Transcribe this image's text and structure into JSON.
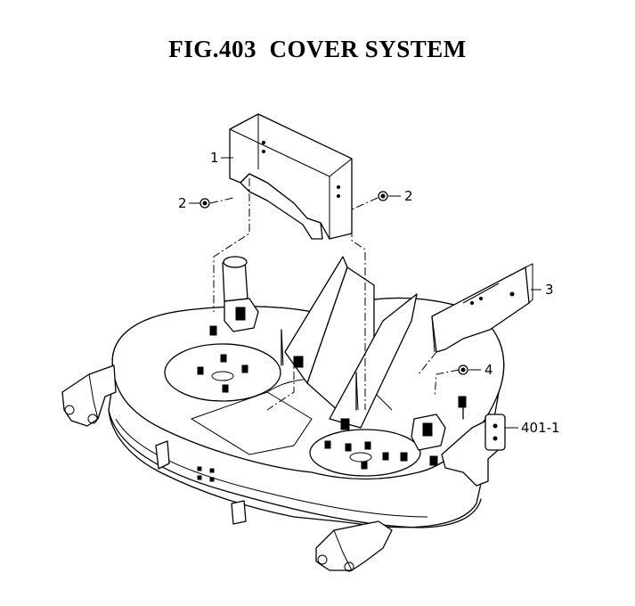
{
  "figure": {
    "title": "FIG.403  COVER SYSTEM"
  },
  "callouts": {
    "c1": "1",
    "c2_left": "2",
    "c2_right": "2",
    "c3": "3",
    "c4": "4",
    "c401_1": "401-1"
  }
}
